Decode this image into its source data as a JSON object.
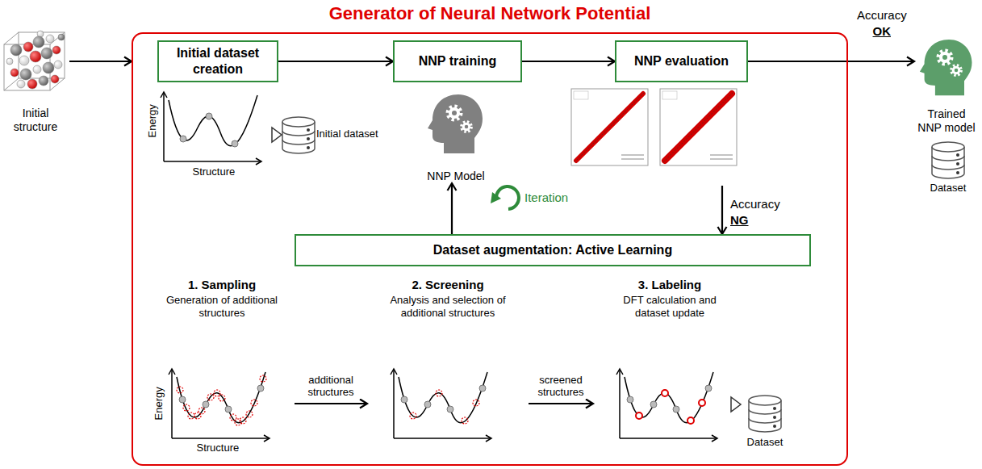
{
  "diagram": {
    "nodes": [
      {
        "text": [
          "Initial structure"
        ]
      },
      {
        "text": [
          "Generator of Neural Network Potential"
        ]
      },
      {
        "text": [
          "Initial dataset creation"
        ],
        "in": 1
      },
      {
        "text": [
          "NNP training"
        ],
        "in": 1
      },
      {
        "text": [
          "NNP evaluation"
        ],
        "in": 1
      },
      {
        "text": [
          "NNP Model"
        ],
        "in": 1
      },
      {
        "text": [
          "Dataset augmentation: Active Learning"
        ],
        "in": 1
      },
      {
        "text": [
          "1. Sampling",
          "Generation of additional structures"
        ],
        "in": 1
      },
      {
        "text": [
          "2. Screening",
          "Analysis and selection of additional structures"
        ],
        "in": 1
      },
      {
        "text": [
          "3. Labeling",
          "DFT calculation and dataset update"
        ],
        "in": 1
      },
      {
        "text": [
          "Trained NNP model"
        ]
      }
    ],
    "edges": [
      {
        "from": 0,
        "to": 1,
        "arrow": "to"
      },
      {
        "from": 2,
        "to": 3,
        "arrow": "to"
      },
      {
        "from": 3,
        "to": 4,
        "arrow": "to"
      },
      {
        "from": 4,
        "to": 10,
        "arrow": "to"
      },
      {
        "from": 4,
        "to": 6,
        "arrow": "to"
      },
      {
        "from": 6,
        "to": 5,
        "arrow": "to"
      },
      {
        "from": 7,
        "to": 8,
        "label": "additional structures",
        "arrow": "to"
      },
      {
        "from": 8,
        "to": 9,
        "label": "screened structures",
        "arrow": "to"
      }
    ],
    "labels": [
      "Energy",
      "Structure",
      "Initial dataset",
      "Iteration",
      "Accuracy",
      "OK",
      "Accuracy",
      "NG",
      "Dataset",
      "Energy",
      "Structure",
      "Dataset"
    ]
  }
}
